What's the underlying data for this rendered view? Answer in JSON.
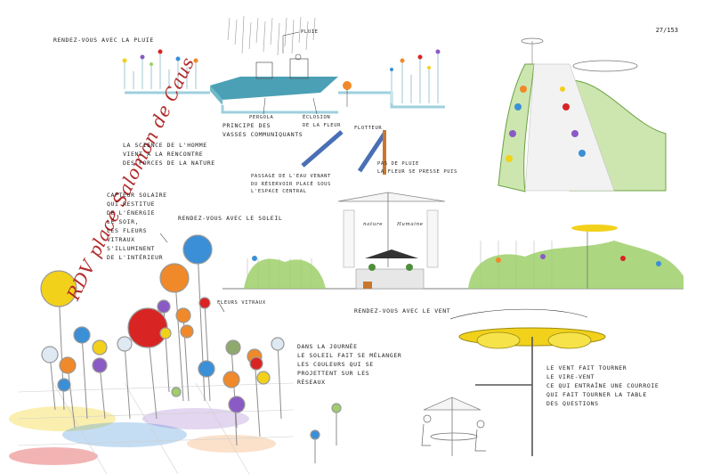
{
  "page": {
    "number": "27/153"
  },
  "title": "RDV place Salomon de Caus",
  "sections": {
    "pluie": {
      "heading": "Rendez-vous avec la pluie",
      "label_pluie": "pluie",
      "principle": "Principe des\nvasses communiquants",
      "label_pergola": "pergola",
      "label_eclosion": "éclosion\nde la fleur",
      "label_flotteur": "flotteur",
      "caption_science": "La science de l'homme\nvient à la rencontre\ndes forces de la nature",
      "caption_reservoir": "Passage de l'eau venant\ndu réservoir placé sous\nl'espace central",
      "caption_fleur": "Pas de pluie\nla fleur se presse puis"
    },
    "soleil": {
      "heading": "Rendez-vous avec le soleil",
      "caption_capteur": "Capteur solaire\nqui restitue\nde l'énergie\nle soir,\nles fleurs\nvitraux\ns'illuminent\nde l'intérieur",
      "label_fleurs": "Fleurs vitraux",
      "caption_journee": "Dans la journée\nle soleil fait se mélanger\nles couleurs qui se\nprojettent sur les\nréseaux",
      "sign_left": "nature",
      "sign_right": "Humaine"
    },
    "vent": {
      "heading": "Rendez-vous avec le vent",
      "caption_vent": "Le vent fait tourner\nle vire-vent\nce qui entraîne une courroie\nqui fait tourner la table\ndes questions"
    }
  },
  "colors": {
    "ink": "#1f1f1f",
    "title_red": "#b22a2a",
    "water": "#2b8fa8",
    "hedge": "#9dcf6a",
    "yellow": "#f2d11b",
    "blue": "#3b8fd6",
    "red": "#d92424",
    "orange": "#f0892a",
    "purple": "#8a5bc4"
  }
}
